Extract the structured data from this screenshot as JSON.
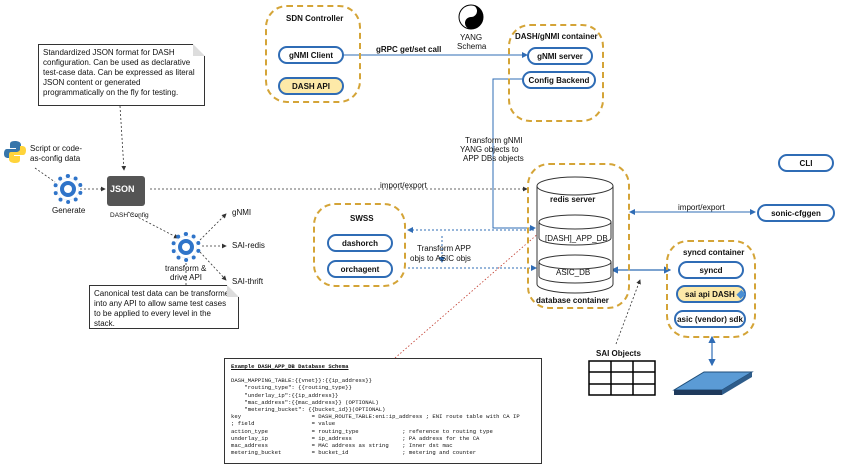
{
  "sdn_controller": {
    "title": "SDN Controller",
    "gnmi_client": "gNMI Client",
    "dash_api": "DASH API"
  },
  "yang": {
    "label_line1": "YANG",
    "label_line2": "Schema"
  },
  "grpc_label": "gRPC get/set call",
  "dash_gnmi": {
    "title": "DASH/gNMI container",
    "gnmi_server": "gNMI server",
    "config_backend": "Config Backend"
  },
  "transform_gnmi": [
    "Transform gNMI",
    "YANG objects  to",
    "APP DBs objects"
  ],
  "cli": "CLI",
  "sonic_cfggen": "sonic-cfggen",
  "import_export_top": "import/export",
  "import_export_right": "import/export",
  "note_json": "Standardized JSON format for DASH configuration. Can be used as declarative test-case data. Can be expressed as literal JSON content or generated programmatically on the fly for testing.",
  "script_label": [
    "Script or code-",
    "as-config data"
  ],
  "generate_label": "Generate",
  "json_icon_text": "JSON",
  "dash_config_label": "DASH Config",
  "apis": [
    "gNMI",
    "SAI-redis",
    "SAI-thrift"
  ],
  "transform_drive": [
    "transform &",
    "drive API"
  ],
  "note_canonical": "Canonical test data can be transformed into any API to allow same test cases to be applied to every level in the stack.",
  "swss": {
    "title": "SWSS",
    "dashorch": "dashorch",
    "orchagent": "orchagent"
  },
  "transform_app": [
    "Transform APP",
    "objs to ASIC objs"
  ],
  "database": {
    "redis": "redis server",
    "app_db": "[DASH]_APP_DB",
    "asic_db": "ASIC_DB",
    "label": "database container"
  },
  "syncd": {
    "title": "syncd container",
    "syncd": "syncd",
    "sai_api": "sai api DASH",
    "asic_sdk": "asic (vendor) sdk"
  },
  "sai_objects": "SAI Objects",
  "schema": {
    "title": "Example DASH_APP_DB Database Schema",
    "lines": [
      "DASH_MAPPING_TABLE:{{vnet}}:{{ip_address}}",
      "    \"routing_type\": {{routing_type}}",
      "    \"underlay_ip\":{{ip_address}}",
      "    \"mac_address\":{{mac_address}} (OPTIONAL)",
      "    \"metering_bucket\": {{bucket_id}}(OPTIONAL)",
      "key                     = DASH_ROUTE_TABLE:eni:ip_address ; ENI route table with CA IP",
      "; field                 = value",
      "action_type             = routing_type             ; reference to routing type",
      "underlay_ip             = ip_address               ; PA address for the CA",
      "mac_address             = MAC address as string    ; Inner dst mac",
      "metering_bucket         = bucket_id                ; metering and counter"
    ]
  }
}
